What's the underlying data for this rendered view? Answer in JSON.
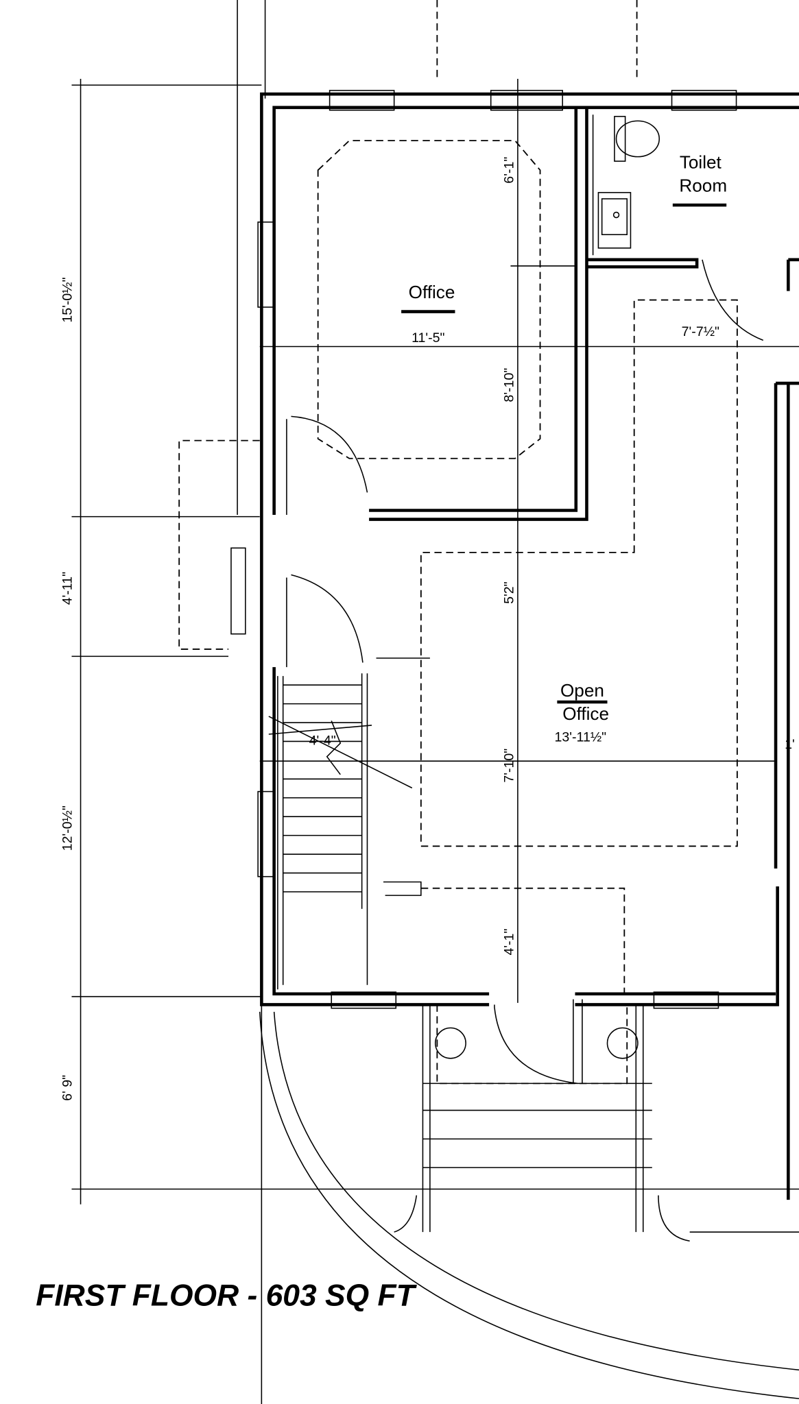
{
  "title": "FIRST FLOOR - 603 SQ FT",
  "rooms": {
    "office": {
      "name": "Office",
      "width": "11'-5\"",
      "upper_depth": "6'-1\"",
      "lower_depth": "8'-10\""
    },
    "toilet": {
      "name_line1": "Toilet",
      "name_line2": "Room",
      "width": "7'-7½\""
    },
    "open_office": {
      "name_line1": "Open",
      "name_line2": "Office",
      "width": "13'-11½\"",
      "depth_upper": "5'2\"",
      "depth_middle": "7'-10\"",
      "depth_lower": "4'-1\""
    }
  },
  "overall_dims": [
    "15'-0½\"",
    "4'-11\"",
    "12'-0½\"",
    "6' 9\""
  ],
  "stair_dim": "4'-4\"",
  "edge_dim": "1'"
}
